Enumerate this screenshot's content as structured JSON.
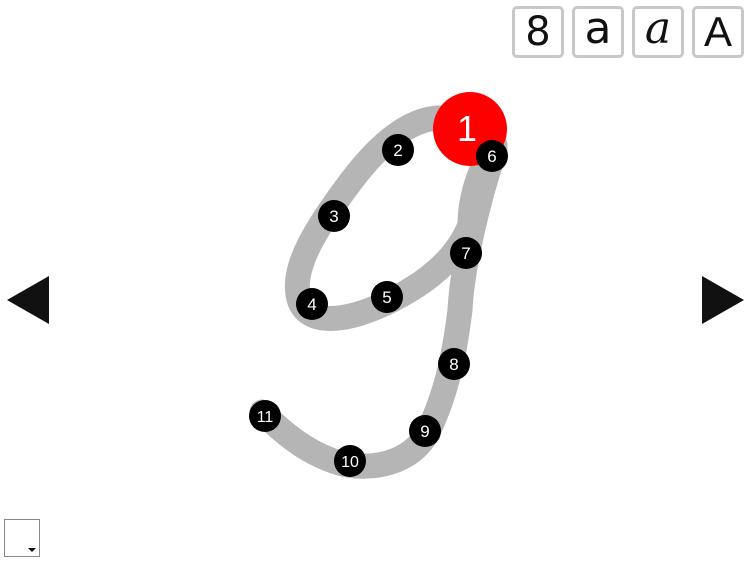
{
  "modes": [
    {
      "label": "8"
    },
    {
      "label": "a"
    },
    {
      "label": "a"
    },
    {
      "label": "A"
    }
  ],
  "colors": {
    "path": "#b5b5b5",
    "dot": "#000000",
    "start_dot": "#ff0000",
    "dot_text": "#ffffff"
  },
  "icons": {
    "prev": "left-triangle",
    "next": "right-triangle",
    "corner": "dropdown-caret"
  },
  "dots": [
    {
      "label": "1",
      "start": true
    },
    {
      "label": "2"
    },
    {
      "label": "3"
    },
    {
      "label": "4"
    },
    {
      "label": "5"
    },
    {
      "label": "6"
    },
    {
      "label": "7"
    },
    {
      "label": "8"
    },
    {
      "label": "9"
    },
    {
      "label": "10"
    },
    {
      "label": "11"
    }
  ]
}
